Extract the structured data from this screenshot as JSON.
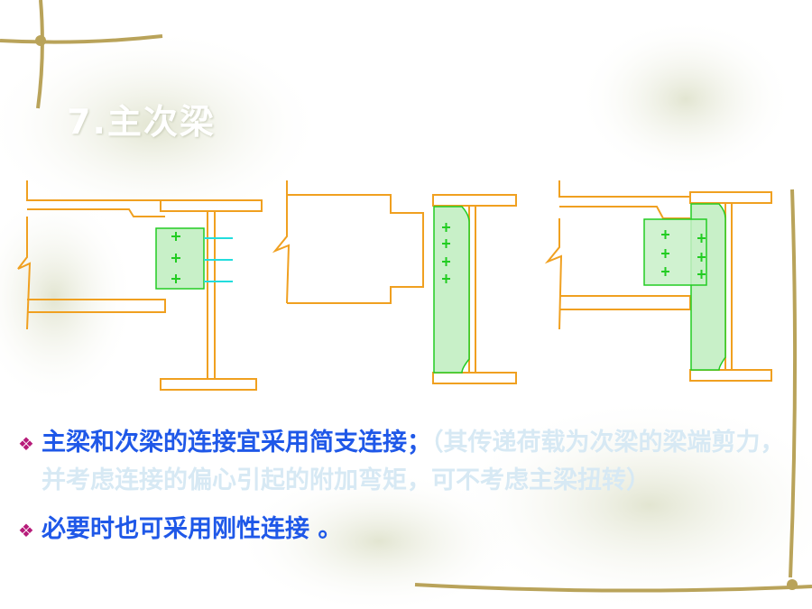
{
  "title": "7.主次梁",
  "bullets": [
    {
      "main": "主梁和次梁的连接宜采用简支连接；",
      "note": "（其传递荷载为次梁的梁端剪力，并考虑连接的偏心引起的附加弯矩，可不考虑主梁扭转）"
    },
    {
      "main": "必要时也可采用刚性连接 。",
      "note": ""
    }
  ],
  "bullet_marker": "❖",
  "colors": {
    "beam_line": "#f0a020",
    "plate_fill": "#c8f0c8",
    "plate_stroke": "#22cc22",
    "bolt": "#22cc22",
    "weld": "#22dddd",
    "bullet_text": "#1f58e8",
    "note_text": "#d7e9f4",
    "marker": "#b71c7a"
  }
}
